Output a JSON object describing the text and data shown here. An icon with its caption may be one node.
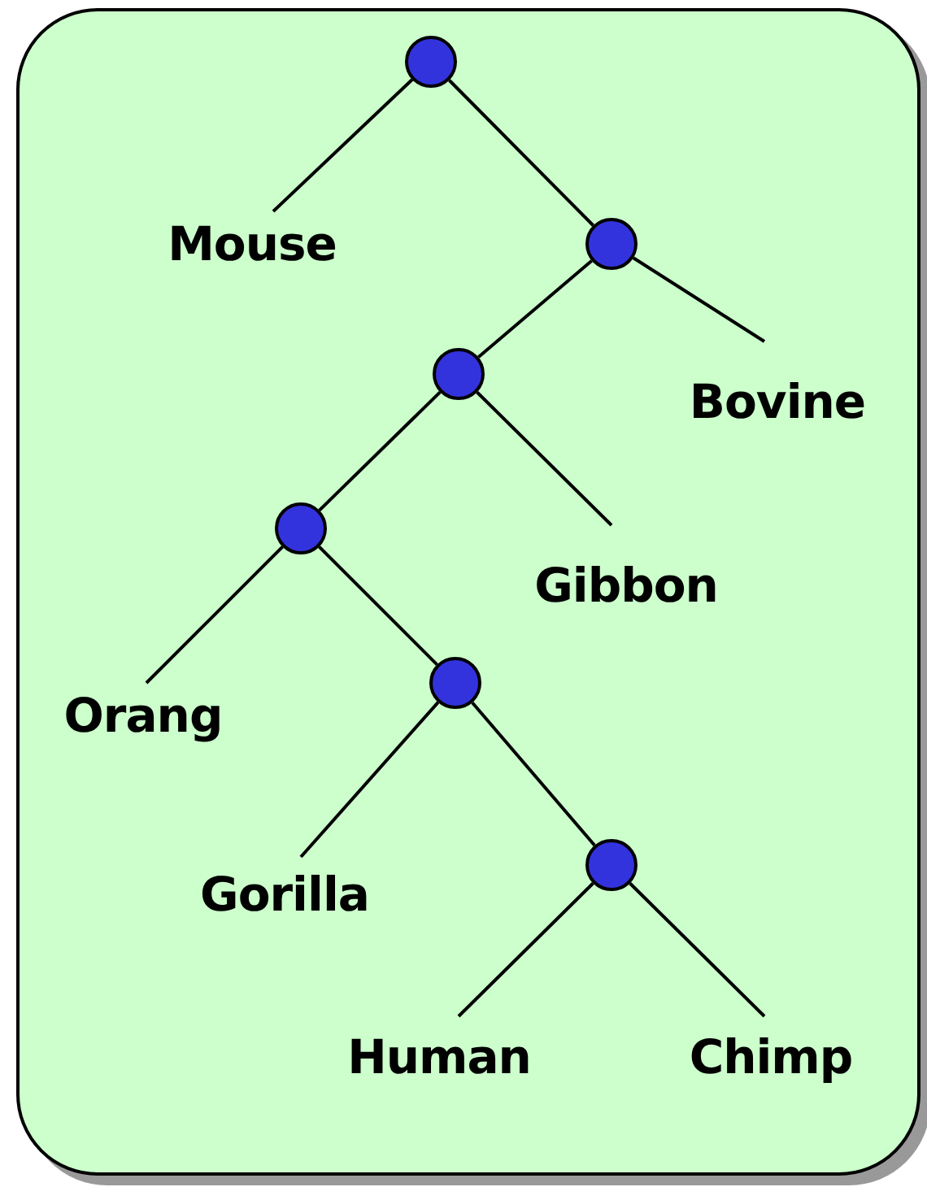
{
  "diagram": {
    "nodes": [
      {
        "text": [],
        "shape": "circle"
      },
      {
        "text": [
          "Mouse"
        ]
      },
      {
        "text": [],
        "shape": "circle"
      },
      {
        "text": [],
        "shape": "circle"
      },
      {
        "text": [
          "Bovine"
        ]
      },
      {
        "text": [],
        "shape": "circle"
      },
      {
        "text": [
          "Gibbon"
        ]
      },
      {
        "text": [
          "Orang"
        ]
      },
      {
        "text": [],
        "shape": "circle"
      },
      {
        "text": [
          "Gorilla"
        ]
      },
      {
        "text": [],
        "shape": "circle"
      },
      {
        "text": [
          "Human"
        ]
      },
      {
        "text": [
          "Chimp"
        ]
      }
    ],
    "edges": [
      {
        "from": 0,
        "to": 1,
        "arrow": "none"
      },
      {
        "from": 0,
        "to": 2,
        "arrow": "none"
      },
      {
        "from": 2,
        "to": 3,
        "arrow": "none"
      },
      {
        "from": 2,
        "to": 4,
        "arrow": "none"
      },
      {
        "from": 3,
        "to": 5,
        "arrow": "none"
      },
      {
        "from": 3,
        "to": 6,
        "arrow": "none"
      },
      {
        "from": 5,
        "to": 7,
        "arrow": "none"
      },
      {
        "from": 5,
        "to": 8,
        "arrow": "none"
      },
      {
        "from": 8,
        "to": 9,
        "arrow": "none"
      },
      {
        "from": 8,
        "to": 10,
        "arrow": "none"
      },
      {
        "from": 10,
        "to": 11,
        "arrow": "none"
      },
      {
        "from": 10,
        "to": 12,
        "arrow": "none"
      }
    ]
  }
}
